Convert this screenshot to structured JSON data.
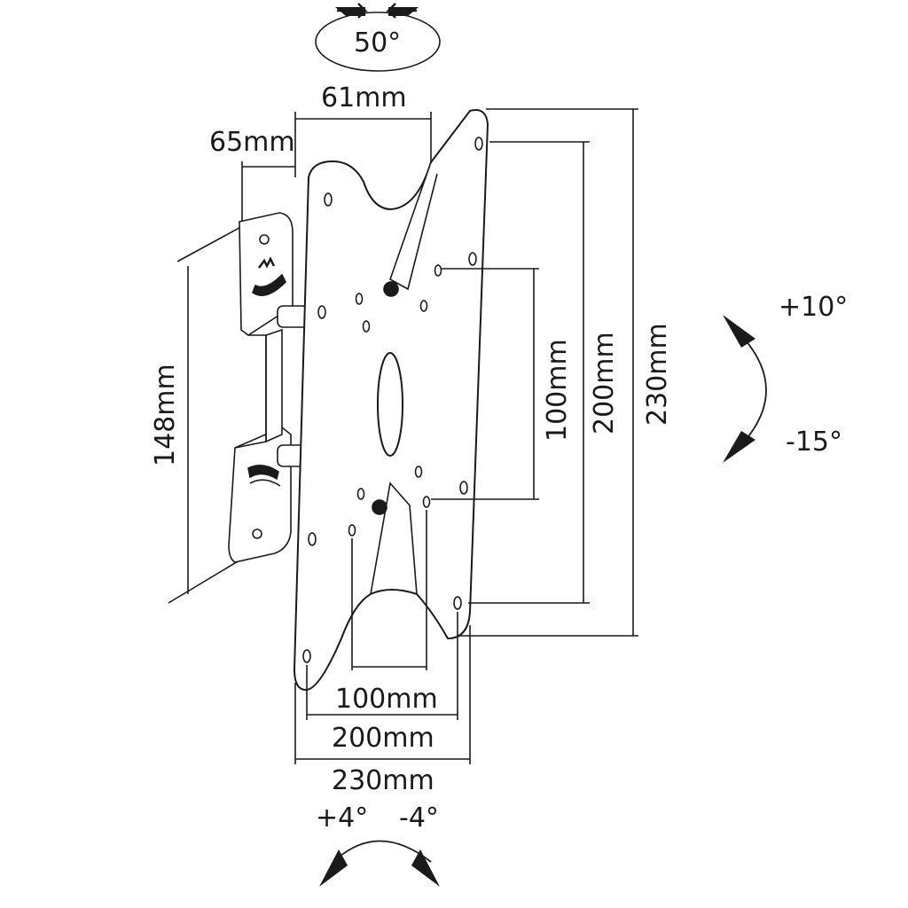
{
  "ink": "#1a1a1a",
  "paper": "#ffffff",
  "labels": {
    "swivel": "50°",
    "depth_max": "61mm",
    "depth_min": "65mm",
    "wall_plate_height": "148mm",
    "vesa_v_small": "100mm",
    "vesa_v_large": "200mm",
    "plate_height": "230mm",
    "tilt_up": "+10°",
    "tilt_down": "-15°",
    "vesa_h_small": "100mm",
    "vesa_h_large": "200mm",
    "plate_width": "230mm",
    "level_pos": "+4°",
    "level_neg": "-4°"
  },
  "icons": {
    "swivel": "swivel-rotation-arrows-icon",
    "tilt": "tilt-arc-arrow-icon",
    "level": "level-adjust-arc-arrow-icon",
    "logo": "brand-logo-mark-icon"
  }
}
